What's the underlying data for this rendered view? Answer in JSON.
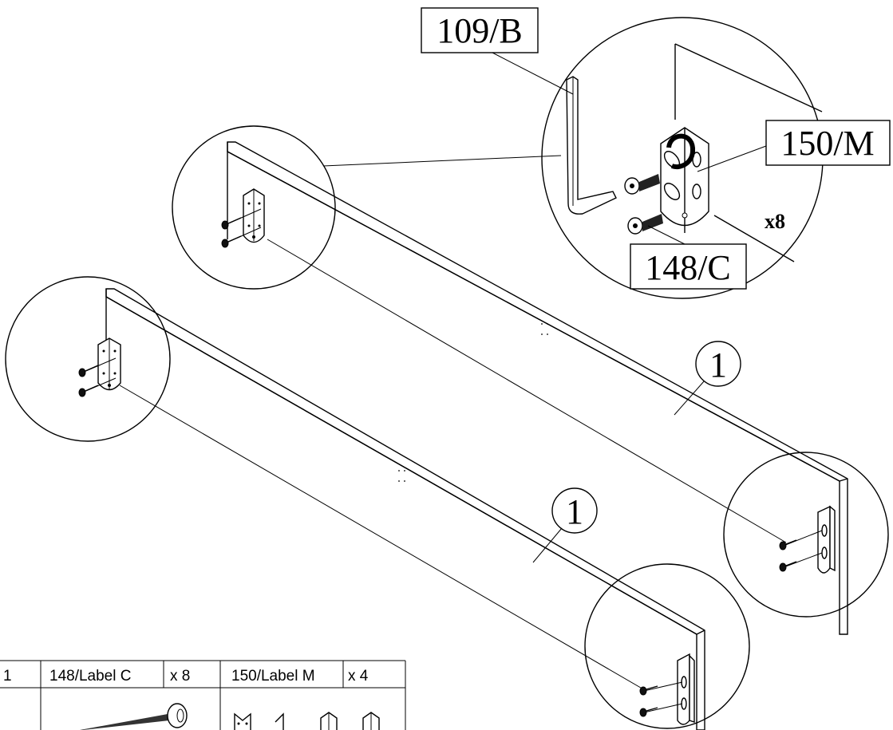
{
  "callouts": {
    "tool_label": "109/B",
    "bracket_label": "150/M",
    "screw_label": "148/C",
    "quantity": "x8"
  },
  "parts": {
    "upper_panel_number": "1",
    "lower_panel_number": "1"
  },
  "parts_table": {
    "col1_header": "1",
    "screw_header": "148/Label C",
    "screw_qty": "x 8",
    "bracket_header": "150/Label M",
    "bracket_qty": "x 4"
  }
}
